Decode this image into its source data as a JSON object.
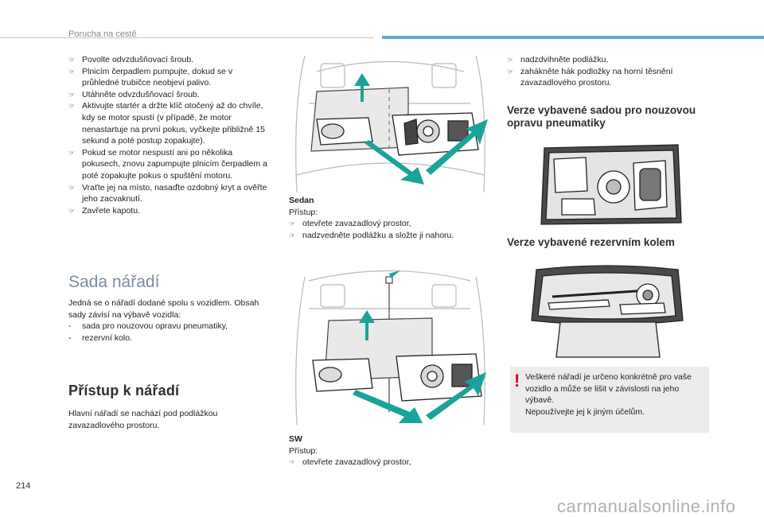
{
  "header": {
    "section": "Porucha na cestě"
  },
  "page_number": "214",
  "watermark": "carmanualsonline.info",
  "col1": {
    "steps": [
      "Povolte odvzdušňovací šroub.",
      "Plnicím čerpadlem pumpujte, dokud se v průhledné trubičce neobjeví palivo.",
      "Utáhněte odvzdušňovací šroub.",
      "Aktivujte startér a držte klíč otočený až do chvíle, kdy se motor spustí (v případě, že motor nenastartuje na první pokus, vyčkejte přibližně 15 sekund a poté postup zopakujte).",
      "Pokud se motor nespustí ani po několika pokusech, znovu zapumpujte plnicím čerpadlem a poté zopakujte pokus o spuštění motoru.",
      "Vraťte jej na místo, nasaďte ozdobný kryt a ověřte jeho zacvaknutí.",
      "Zavřete kapotu."
    ],
    "tools_title": "Sada nářadí",
    "tools_intro": "Jedná se o nářadí dodané spolu s vozidlem. Obsah sady závisí na výbavě vozidla:",
    "tools_list": [
      "sada pro nouzovou opravu pneumatiky,",
      "rezervní kolo."
    ],
    "access_title": "Přístup k nářadí",
    "access_text": "Hlavní nářadí se nachází pod podlážkou zavazadlového prostoru."
  },
  "col2": {
    "sedan": {
      "title": "Sedan",
      "label": "Přístup:",
      "steps": [
        "otevřete zavazadlový prostor,",
        "nadzvedněte podlážku a složte ji nahoru."
      ]
    },
    "sw": {
      "title": "SW",
      "label": "Přístup:",
      "steps": [
        "otevřete zavazadlový prostor,"
      ]
    }
  },
  "col3": {
    "steps": [
      "nadzdvihněte podlážku,",
      "zahákněte hák podložky na horní těsnění zavazadlového prostoru."
    ],
    "repair_kit_title": "Verze vybavené sadou pro nouzovou opravu pneumatiky",
    "spare_wheel_title": "Verze vybavené rezervním kolem",
    "warning": {
      "mark": "!",
      "text1": "Veškeré nářadí je určeno konkrétně pro vaše vozidlo a může se lišit v závislosti na jeho výbavě.",
      "text2": "Nepoužívejte jej k jiným účelům."
    }
  },
  "colors": {
    "accent": "#5ea9dd",
    "section_title": "#7a8da0",
    "arrow": "#1aa39a",
    "warning": "#e0001b"
  }
}
